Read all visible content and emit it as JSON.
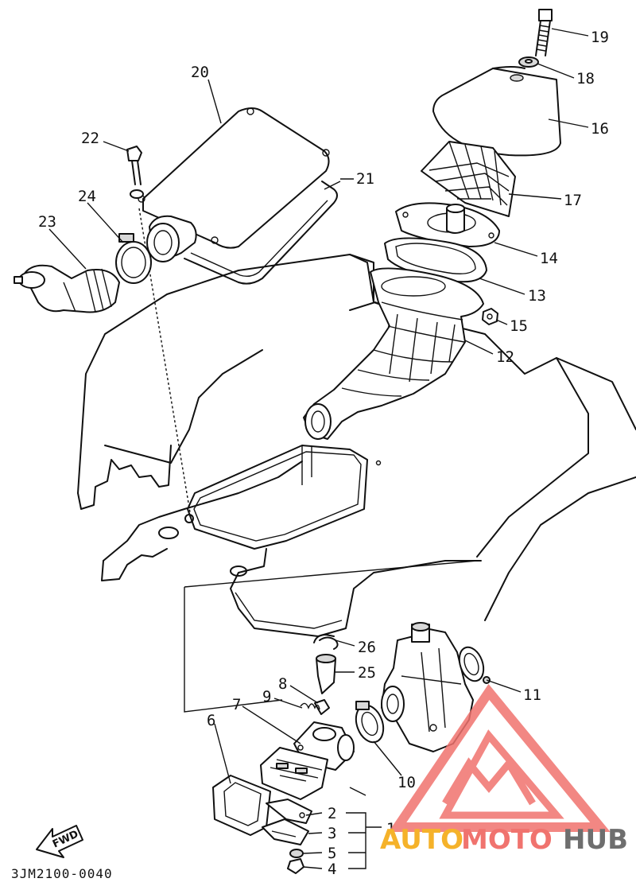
{
  "diagram": {
    "drawing_code": "3JM2100-0040",
    "fwd_label": "FWD",
    "callouts": [
      {
        "id": "1",
        "label": "1"
      },
      {
        "id": "2",
        "label": "2"
      },
      {
        "id": "3",
        "label": "3"
      },
      {
        "id": "4",
        "label": "4"
      },
      {
        "id": "5",
        "label": "5"
      },
      {
        "id": "6",
        "label": "6"
      },
      {
        "id": "7",
        "label": "7"
      },
      {
        "id": "8",
        "label": "8"
      },
      {
        "id": "9",
        "label": "9"
      },
      {
        "id": "10",
        "label": "10"
      },
      {
        "id": "11",
        "label": "11"
      },
      {
        "id": "12",
        "label": "12"
      },
      {
        "id": "13",
        "label": "13"
      },
      {
        "id": "14",
        "label": "14"
      },
      {
        "id": "15",
        "label": "15"
      },
      {
        "id": "16",
        "label": "16"
      },
      {
        "id": "17",
        "label": "17"
      },
      {
        "id": "18",
        "label": "18"
      },
      {
        "id": "19",
        "label": "19"
      },
      {
        "id": "20",
        "label": "20"
      },
      {
        "id": "21",
        "label": "21"
      },
      {
        "id": "22",
        "label": "22"
      },
      {
        "id": "23",
        "label": "23"
      },
      {
        "id": "24",
        "label": "24"
      },
      {
        "id": "25",
        "label": "25"
      },
      {
        "id": "26",
        "label": "26"
      }
    ]
  },
  "watermark": {
    "part1": "AUTO",
    "part2": "MOTO",
    "part3": "HUB",
    "color_primary": "#f0736e",
    "color_secondary": "#f5b22a",
    "color_dark": "#6e6e6e"
  }
}
